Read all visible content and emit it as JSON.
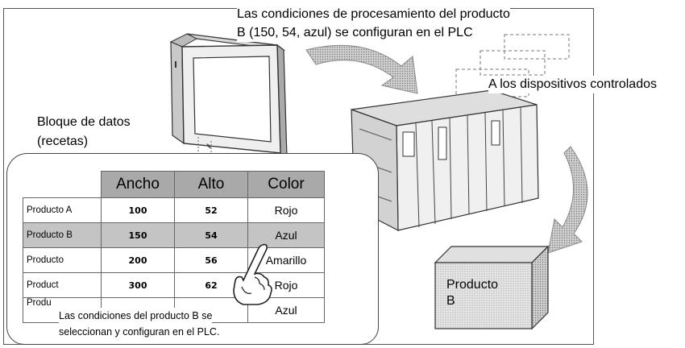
{
  "caption_top": {
    "line1": "Las condiciones de procesamiento del producto",
    "line2": "B (150, 54, azul) se configuran en el PLC"
  },
  "devices_label": "A los dispositivos controlados",
  "block_label": {
    "line1": "Bloque de datos",
    "line2": "(recetas)"
  },
  "table": {
    "headers": [
      "Ancho",
      "Alto",
      "Color"
    ],
    "rows": [
      {
        "name": "Producto A",
        "ancho": "100",
        "alto": "52",
        "color": "Rojo"
      },
      {
        "name": "Producto B",
        "ancho": "150",
        "alto": "54",
        "color": "Azul"
      },
      {
        "name": "Producto",
        "ancho": "200",
        "alto": "56",
        "color": "Amarillo"
      },
      {
        "name": "Product",
        "ancho": "300",
        "alto": "62",
        "color": "Rojo"
      },
      {
        "name": "Produ",
        "ancho": "",
        "alto": "",
        "color": "Azul"
      }
    ]
  },
  "bottom_note": {
    "line1": "Las condiciones del producto B se",
    "line2": "seleccionan y configuran en el PLC."
  },
  "product_box": {
    "line1": "Producto",
    "line2": "B"
  },
  "colors": {
    "header_fill": "#a9a9a9",
    "selected_row": "#c4c4c4",
    "arrow_fill": "#b5b5b5",
    "box_fill": "#d9d9d9"
  }
}
